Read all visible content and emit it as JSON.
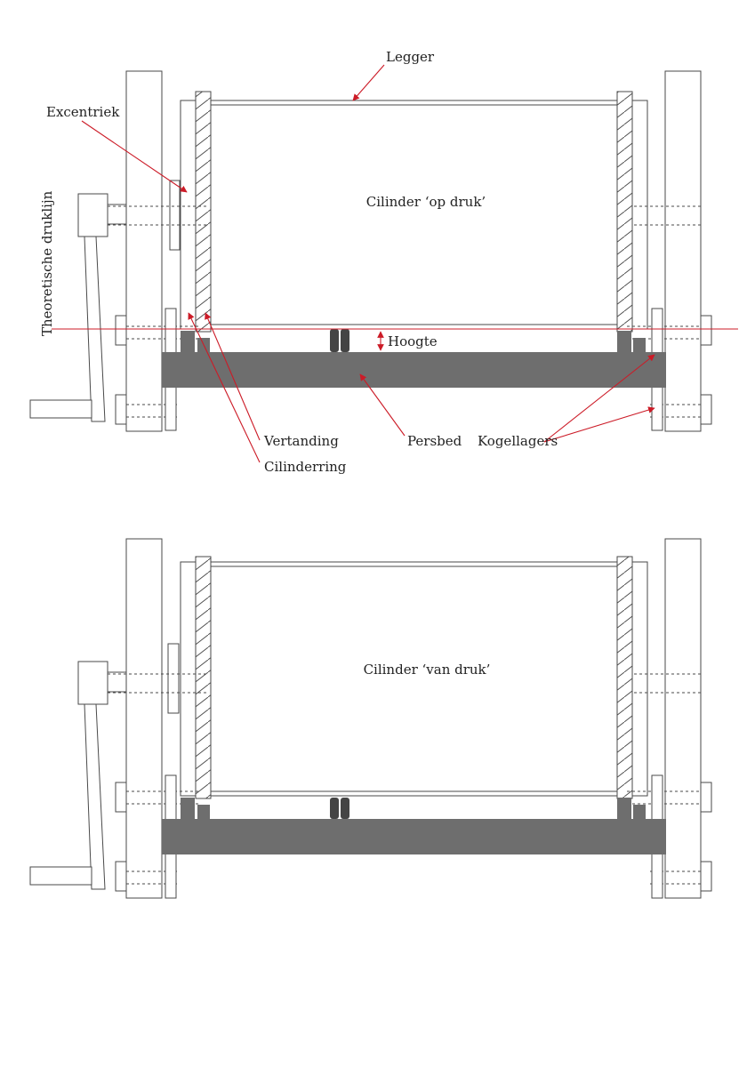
{
  "labels": {
    "legger": "Legger",
    "excentriek": "Excentriek",
    "theoretische_druklijn": "Theoretische druklijn",
    "hoogte": "Hoogte",
    "vertanding": "Vertanding",
    "cilinderring": "Cilinderring",
    "persbed": "Persbed",
    "kogellagers": "Kogellagers"
  },
  "diagrams": {
    "top_title": "Cilinder ‘op druk’",
    "bottom_title": "Cilinder ‘van druk’"
  },
  "colors": {
    "annotation": "#cc1b27",
    "line": "#4a4a4a",
    "bed": "#6e6e6e"
  }
}
